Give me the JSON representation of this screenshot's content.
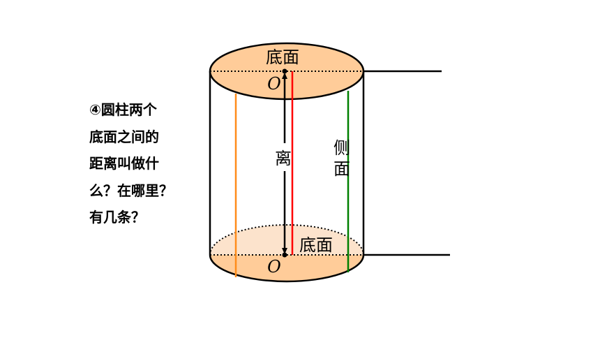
{
  "question": {
    "lines": [
      "④圆柱两个",
      "底面之间的",
      "距离叫做什",
      "么？在哪里？",
      "有几条？"
    ]
  },
  "labels": {
    "top_base": "底面",
    "bottom_base": "底面",
    "top_center": "O",
    "bottom_center": "O",
    "distance": "离",
    "side_1": "侧",
    "side_2": "面"
  },
  "colors": {
    "base_fill": "#FFCC99",
    "outline": "#000000",
    "red_line": "#FF0000",
    "green_line": "#008000",
    "orange_line": "#FF8C1A"
  }
}
